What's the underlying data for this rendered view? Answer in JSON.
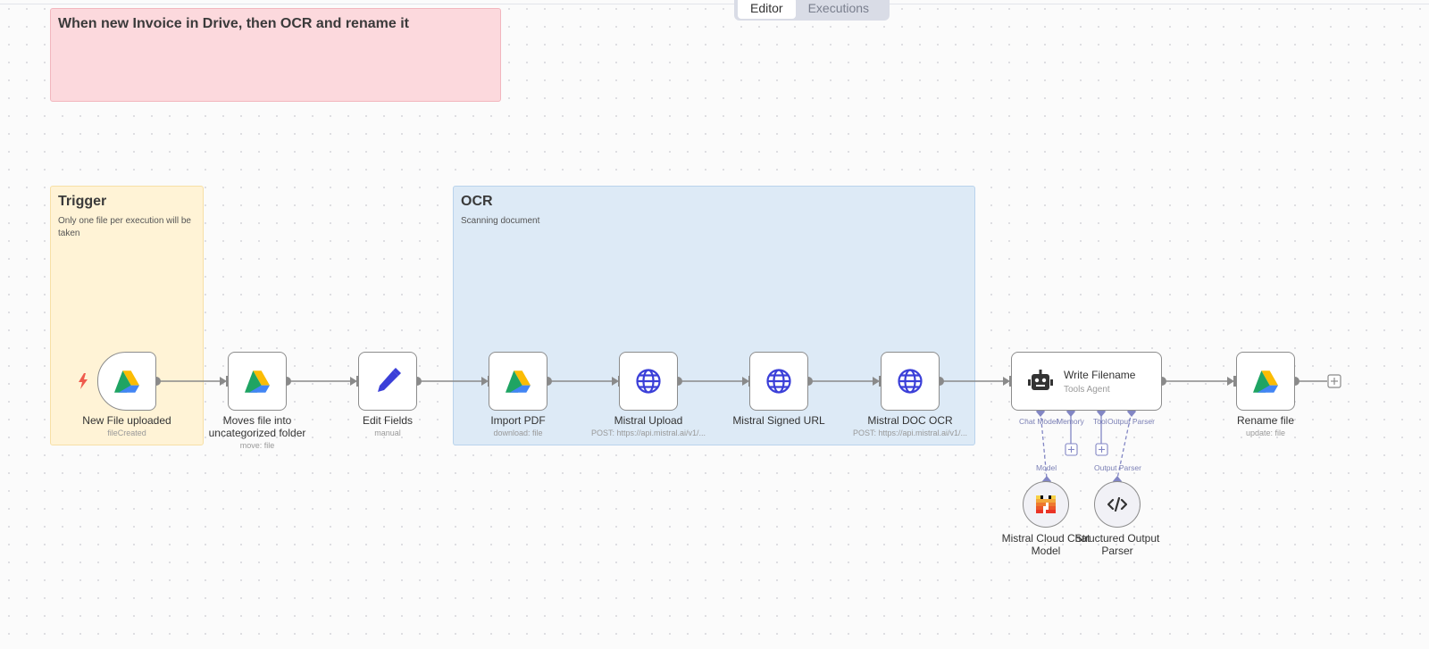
{
  "tabs": {
    "editor": "Editor",
    "executions": "Executions"
  },
  "notes": {
    "main": {
      "title": "When new Invoice in Drive, then OCR and rename it"
    },
    "trigger": {
      "title": "Trigger",
      "subtitle": "Only one file per execution will be taken"
    },
    "ocr": {
      "title": "OCR",
      "subtitle": "Scanning document"
    }
  },
  "nodes": {
    "new_file": {
      "label": "New File uploaded",
      "sub": "fileCreated",
      "icon": "google-drive-icon"
    },
    "move_file": {
      "label": "Moves file into uncategorized folder",
      "sub": "move: file",
      "icon": "google-drive-icon"
    },
    "edit_fields": {
      "label": "Edit Fields",
      "sub": "manual",
      "icon": "pencil-icon"
    },
    "import_pdf": {
      "label": "Import PDF",
      "sub": "download: file",
      "icon": "google-drive-icon"
    },
    "mistral_upload": {
      "label": "Mistral Upload",
      "sub": "POST: https://api.mistral.ai/v1/...",
      "icon": "globe-icon"
    },
    "mistral_signed": {
      "label": "Mistral Signed URL",
      "sub": "",
      "icon": "globe-icon"
    },
    "mistral_ocr": {
      "label": "Mistral DOC OCR",
      "sub": "POST: https://api.mistral.ai/v1/...",
      "icon": "globe-icon"
    },
    "write_filename": {
      "label": "Write Filename",
      "sub": "Tools Agent",
      "icon": "robot-icon"
    },
    "rename_file": {
      "label": "Rename file",
      "sub": "update: file",
      "icon": "google-drive-icon"
    },
    "mistral_chat": {
      "label": "Mistral Cloud Chat Model",
      "icon": "mistral-logo-icon"
    },
    "output_parser": {
      "label": "Structured Output Parser",
      "icon": "code-icon"
    }
  },
  "handles": {
    "chat_model": "Chat Model",
    "memory": "Memory",
    "tool": "Tool",
    "output_parser": "Output Parser",
    "model": "Model",
    "parser_out": "Output Parser"
  },
  "colors": {
    "main_note": "#fcd9dd",
    "trigger_note": "#fff3d6",
    "ocr_note": "#ddeaf6",
    "connector": "#8a8a8a",
    "ai_connector": "#8286c4",
    "icon_blue": "#3b3fd8",
    "trigger_bolt": "#ef5b4d"
  }
}
